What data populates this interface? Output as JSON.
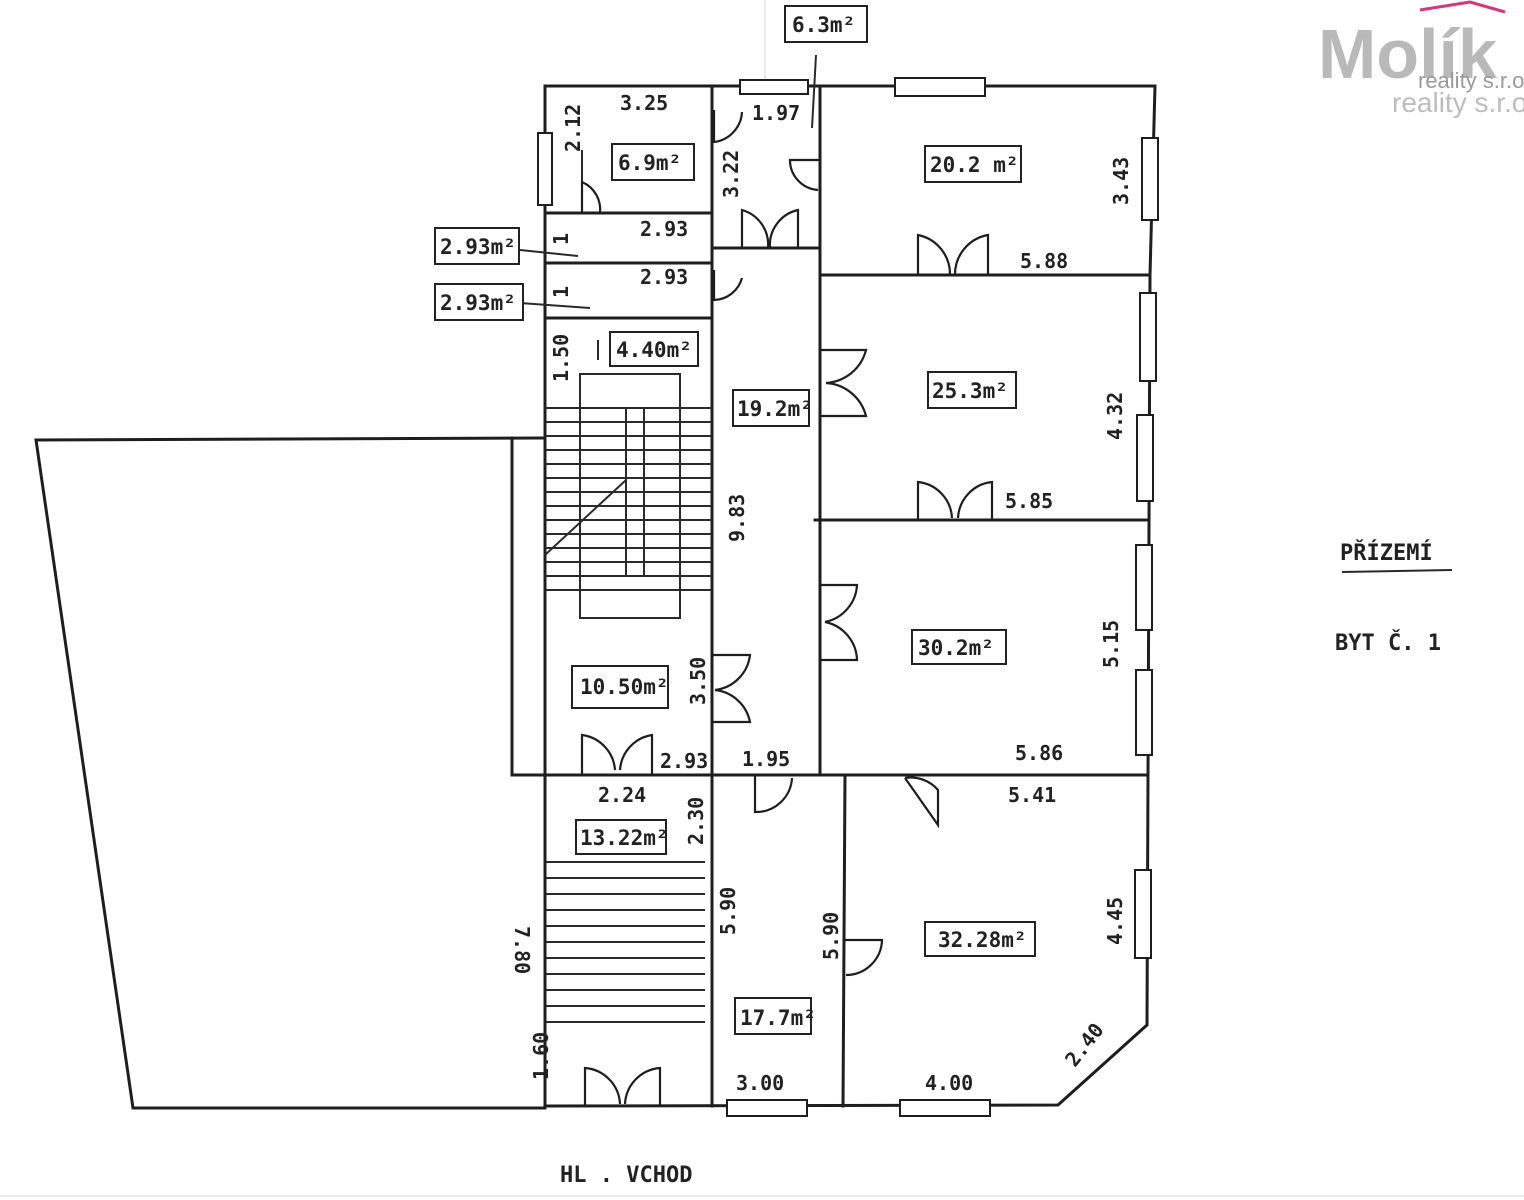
{
  "logo": {
    "brand": "Molík",
    "line1": "reality s.r.o.",
    "line2": "reality s.r.o",
    "accent": "#d4367a"
  },
  "labels": {
    "floor": "PŘÍZEMÍ",
    "unit": "BYT Č. 1",
    "entrance": "HL . VCHOD"
  },
  "areas": {
    "a_6_3": "6.3m²",
    "a_6_9": "6.9m²",
    "a_20_2": "20.2 m²",
    "a_2_93_a": "2.93m²",
    "a_2_93_b": "2.93m²",
    "a_4_40": "4.40m²",
    "a_19_2": "19.2m²",
    "a_25_3": "25.3m²",
    "a_30_2": "30.2m²",
    "a_10_50": "10.50m²",
    "a_13_22": "13.22m²",
    "a_32_28": "32.28m²",
    "a_17_7": "17.7m²"
  },
  "dims": {
    "d_3_25": "3.25",
    "d_1_97": "1.97",
    "d_2_12": "2.12",
    "d_3_22": "3.22",
    "d_3_43": "3.43",
    "d_2_93_a": "2.93",
    "d_2_93_b": "2.93",
    "d_1_a": "1",
    "d_1_b": "1",
    "d_5_88": "5.88",
    "d_1_50": "1.50",
    "d_4_32": "4.32",
    "d_9_83": "9.83",
    "d_5_85": "5.85",
    "d_5_15": "5.15",
    "d_3_50": "3.50",
    "d_2_93_c": "2.93",
    "d_1_95": "1.95",
    "d_5_86": "5.86",
    "d_2_24": "2.24",
    "d_2_30": "2.30",
    "d_5_41": "5.41",
    "d_7_80": "7.80",
    "d_5_90_a": "5.90",
    "d_5_90_b": "5.90",
    "d_4_45": "4.45",
    "d_2_40": "2.40",
    "d_1_60": "1.60",
    "d_3_00": "3.00",
    "d_4_00": "4.00"
  }
}
